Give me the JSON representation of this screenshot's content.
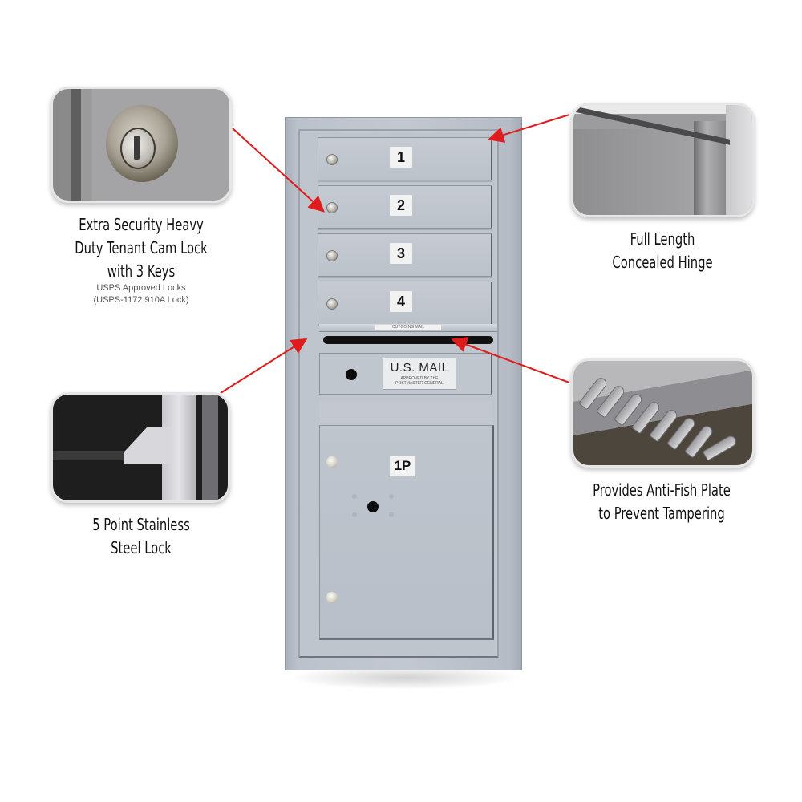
{
  "product": {
    "name": "4-door horizontal mailbox with 1 parcel locker",
    "doors": [
      {
        "label": "1"
      },
      {
        "label": "2"
      },
      {
        "label": "3"
      },
      {
        "label": "4"
      }
    ],
    "parcel_door": {
      "label": "1P"
    },
    "outgoing_plate": {
      "main": "U.S. MAIL",
      "sub_line_1": "APPROVED BY THE",
      "sub_line_2": "POSTMASTER GENERAL"
    },
    "fish_plate_tag": "OUTGOING MAIL"
  },
  "callouts": [
    {
      "id": "cam-lock",
      "title_lines": [
        "Extra Security Heavy",
        "Duty Tenant Cam Lock",
        "with 3 Keys"
      ],
      "sub_lines": [
        "USPS Approved Locks",
        "(USPS-1172 910A Lock)"
      ]
    },
    {
      "id": "hinge",
      "title_lines": [
        "Full Length",
        "Concealed Hinge"
      ]
    },
    {
      "id": "five-point-lock",
      "title_lines": [
        "5 Point Stainless",
        "Steel Lock"
      ]
    },
    {
      "id": "anti-fish",
      "title_lines": [
        "Provides Anti-Fish Plate",
        "to Prevent Tampering"
      ]
    }
  ],
  "colors": {
    "arrow": "#e01b1b",
    "mailbox_body": "#c3c8d0",
    "text": "#111111",
    "subtext": "#555555"
  }
}
